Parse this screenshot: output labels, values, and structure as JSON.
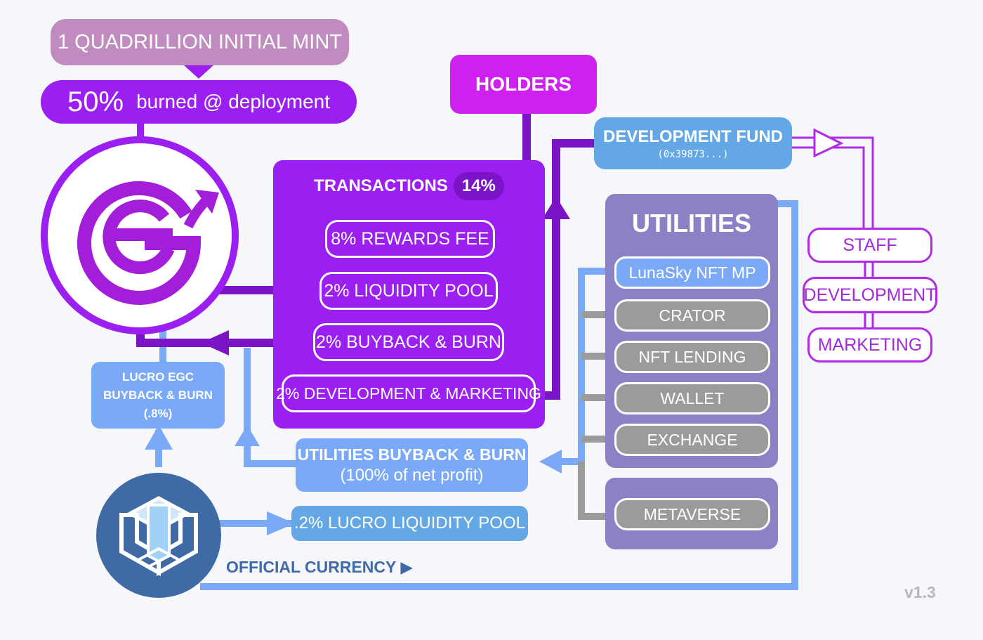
{
  "mint": {
    "label": "1 QUADRILLION INITIAL MINT"
  },
  "burn": {
    "percent": "50%",
    "label": "burned @ deployment"
  },
  "holders": {
    "label": "HOLDERS"
  },
  "dev_fund": {
    "title": "DEVELOPMENT FUND",
    "address": "(0x39873...)"
  },
  "transactions": {
    "title": "TRANSACTIONS",
    "badge": "14%",
    "items": [
      "8% REWARDS FEE",
      "2% LIQUIDITY POOL",
      "2% BUYBACK & BURN",
      "2% DEVELOPMENT & MARKETING"
    ]
  },
  "utilities": {
    "title": "UTILITIES",
    "items": [
      "LunaSky NFT MP",
      "CRATOR",
      "NFT LENDING",
      "WALLET",
      "EXCHANGE"
    ],
    "extra": "METAVERSE"
  },
  "departments": [
    "STAFF",
    "DEVELOPMENT",
    "MARKETING"
  ],
  "lucro_burn": {
    "line1": "LUCRO EGC",
    "line2": "BUYBACK & BURN",
    "line3": "(.8%)"
  },
  "util_burn": {
    "title": "UTILITIES BUYBACK & BURN",
    "subtitle": "(100% of net profit)"
  },
  "lucro_pool": {
    "label": ".2% LUCRO LIQUIDITY POOL"
  },
  "official": {
    "label": "OFFICIAL CURRENCY ▶"
  },
  "version": {
    "label": "v1.3"
  },
  "colors": {
    "mint": "#c08bbe",
    "purple": "#9b1ff0",
    "magenta": "#cf20f2",
    "dark_purple": "#7a14c6",
    "light_blue": "#7aa9f7",
    "sky_blue": "#63a7e4",
    "lavender": "#8a82c4",
    "steel_blue": "#3f6aa6",
    "grey": "#9b9b9b"
  },
  "icons": [
    "egc-logo-icon",
    "lucro-cube-icon"
  ]
}
